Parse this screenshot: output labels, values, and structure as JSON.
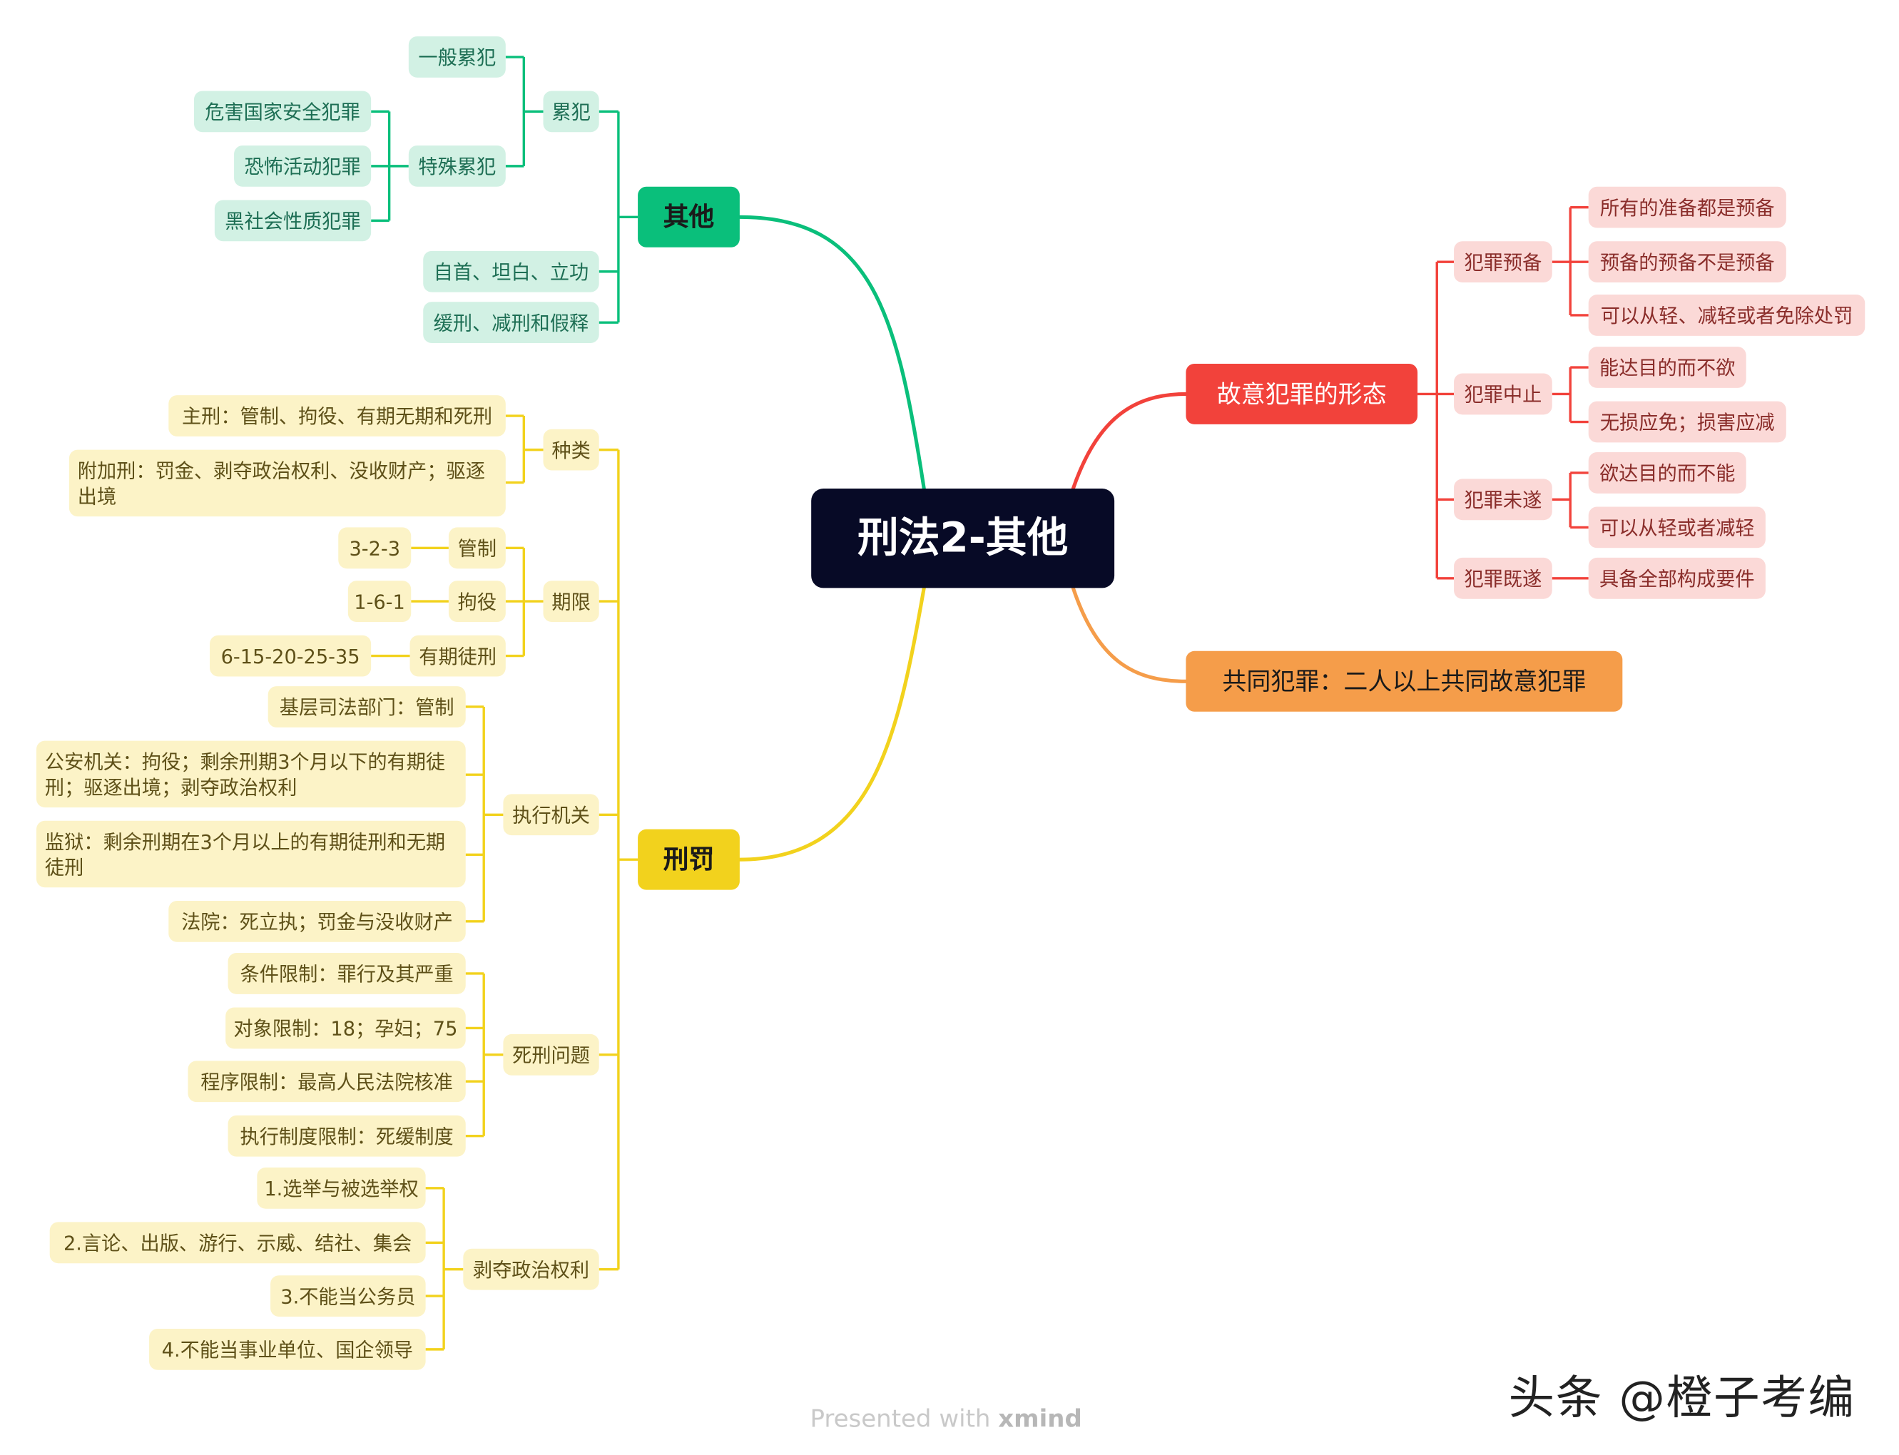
{
  "root": "刑法2-其他",
  "branches": {
    "other": {
      "label": "其他",
      "recidivism": {
        "label": "累犯",
        "general": "一般累犯",
        "special": {
          "label": "特殊累犯",
          "items": [
            "危害国家安全犯罪",
            "恐怖活动犯罪",
            "黑社会性质犯罪"
          ]
        }
      },
      "surrender": "自首、坦白、立功",
      "probation": "缓刑、减刑和假释"
    },
    "penalty": {
      "label": "刑罚",
      "types": {
        "label": "种类",
        "main": "主刑：管制、拘役、有期无期和死刑",
        "additional": "附加刑：罚金、剥夺政治权利、没收财产；驱逐出境"
      },
      "terms": {
        "label": "期限",
        "rows": [
          {
            "name": "管制",
            "value": "3-2-3"
          },
          {
            "name": "拘役",
            "value": "1-6-1"
          },
          {
            "name": "有期徒刑",
            "value": "6-15-20-25-35"
          }
        ]
      },
      "executors": {
        "label": "执行机关",
        "items": [
          "基层司法部门：管制",
          "公安机关：拘役；剩余刑期3个月以下的有期徒刑；驱逐出境；剥夺政治权利",
          "监狱：剩余刑期在3个月以上的有期徒刑和无期徒刑",
          "法院：死立执；罚金与没收财产"
        ]
      },
      "death": {
        "label": "死刑问题",
        "items": [
          "条件限制：罪行及其严重",
          "对象限制：18；孕妇；75",
          "程序限制：最高人民法院核准",
          "执行制度限制：死缓制度"
        ]
      },
      "deprivation": {
        "label": "剥夺政治权利",
        "items": [
          "1.选举与被选举权",
          "2.言论、出版、游行、示威、结社、集会",
          "3.不能当公务员",
          "4.不能当事业单位、国企领导"
        ]
      }
    },
    "forms": {
      "label": "故意犯罪的形态",
      "stages": [
        {
          "label": "犯罪预备",
          "items": [
            "所有的准备都是预备",
            "预备的预备不是预备",
            "可以从轻、减轻或者免除处罚"
          ]
        },
        {
          "label": "犯罪中止",
          "items": [
            "能达目的而不欲",
            "无损应免；损害应减"
          ]
        },
        {
          "label": "犯罪未遂",
          "items": [
            "欲达目的而不能",
            "可以从轻或者减轻"
          ]
        },
        {
          "label": "犯罪既遂",
          "items": [
            "具备全部构成要件"
          ]
        }
      ]
    },
    "joint": {
      "label": "共同犯罪：二人以上共同故意犯罪"
    }
  },
  "footer": {
    "prefix": "Presented with ",
    "brand": "xmind"
  },
  "watermark": "头条 @橙子考编",
  "colors": {
    "green": "#0abf7b",
    "yellow": "#f2d21d",
    "red": "#f2423b",
    "orange": "#f59d4a",
    "root": "#070a26"
  }
}
